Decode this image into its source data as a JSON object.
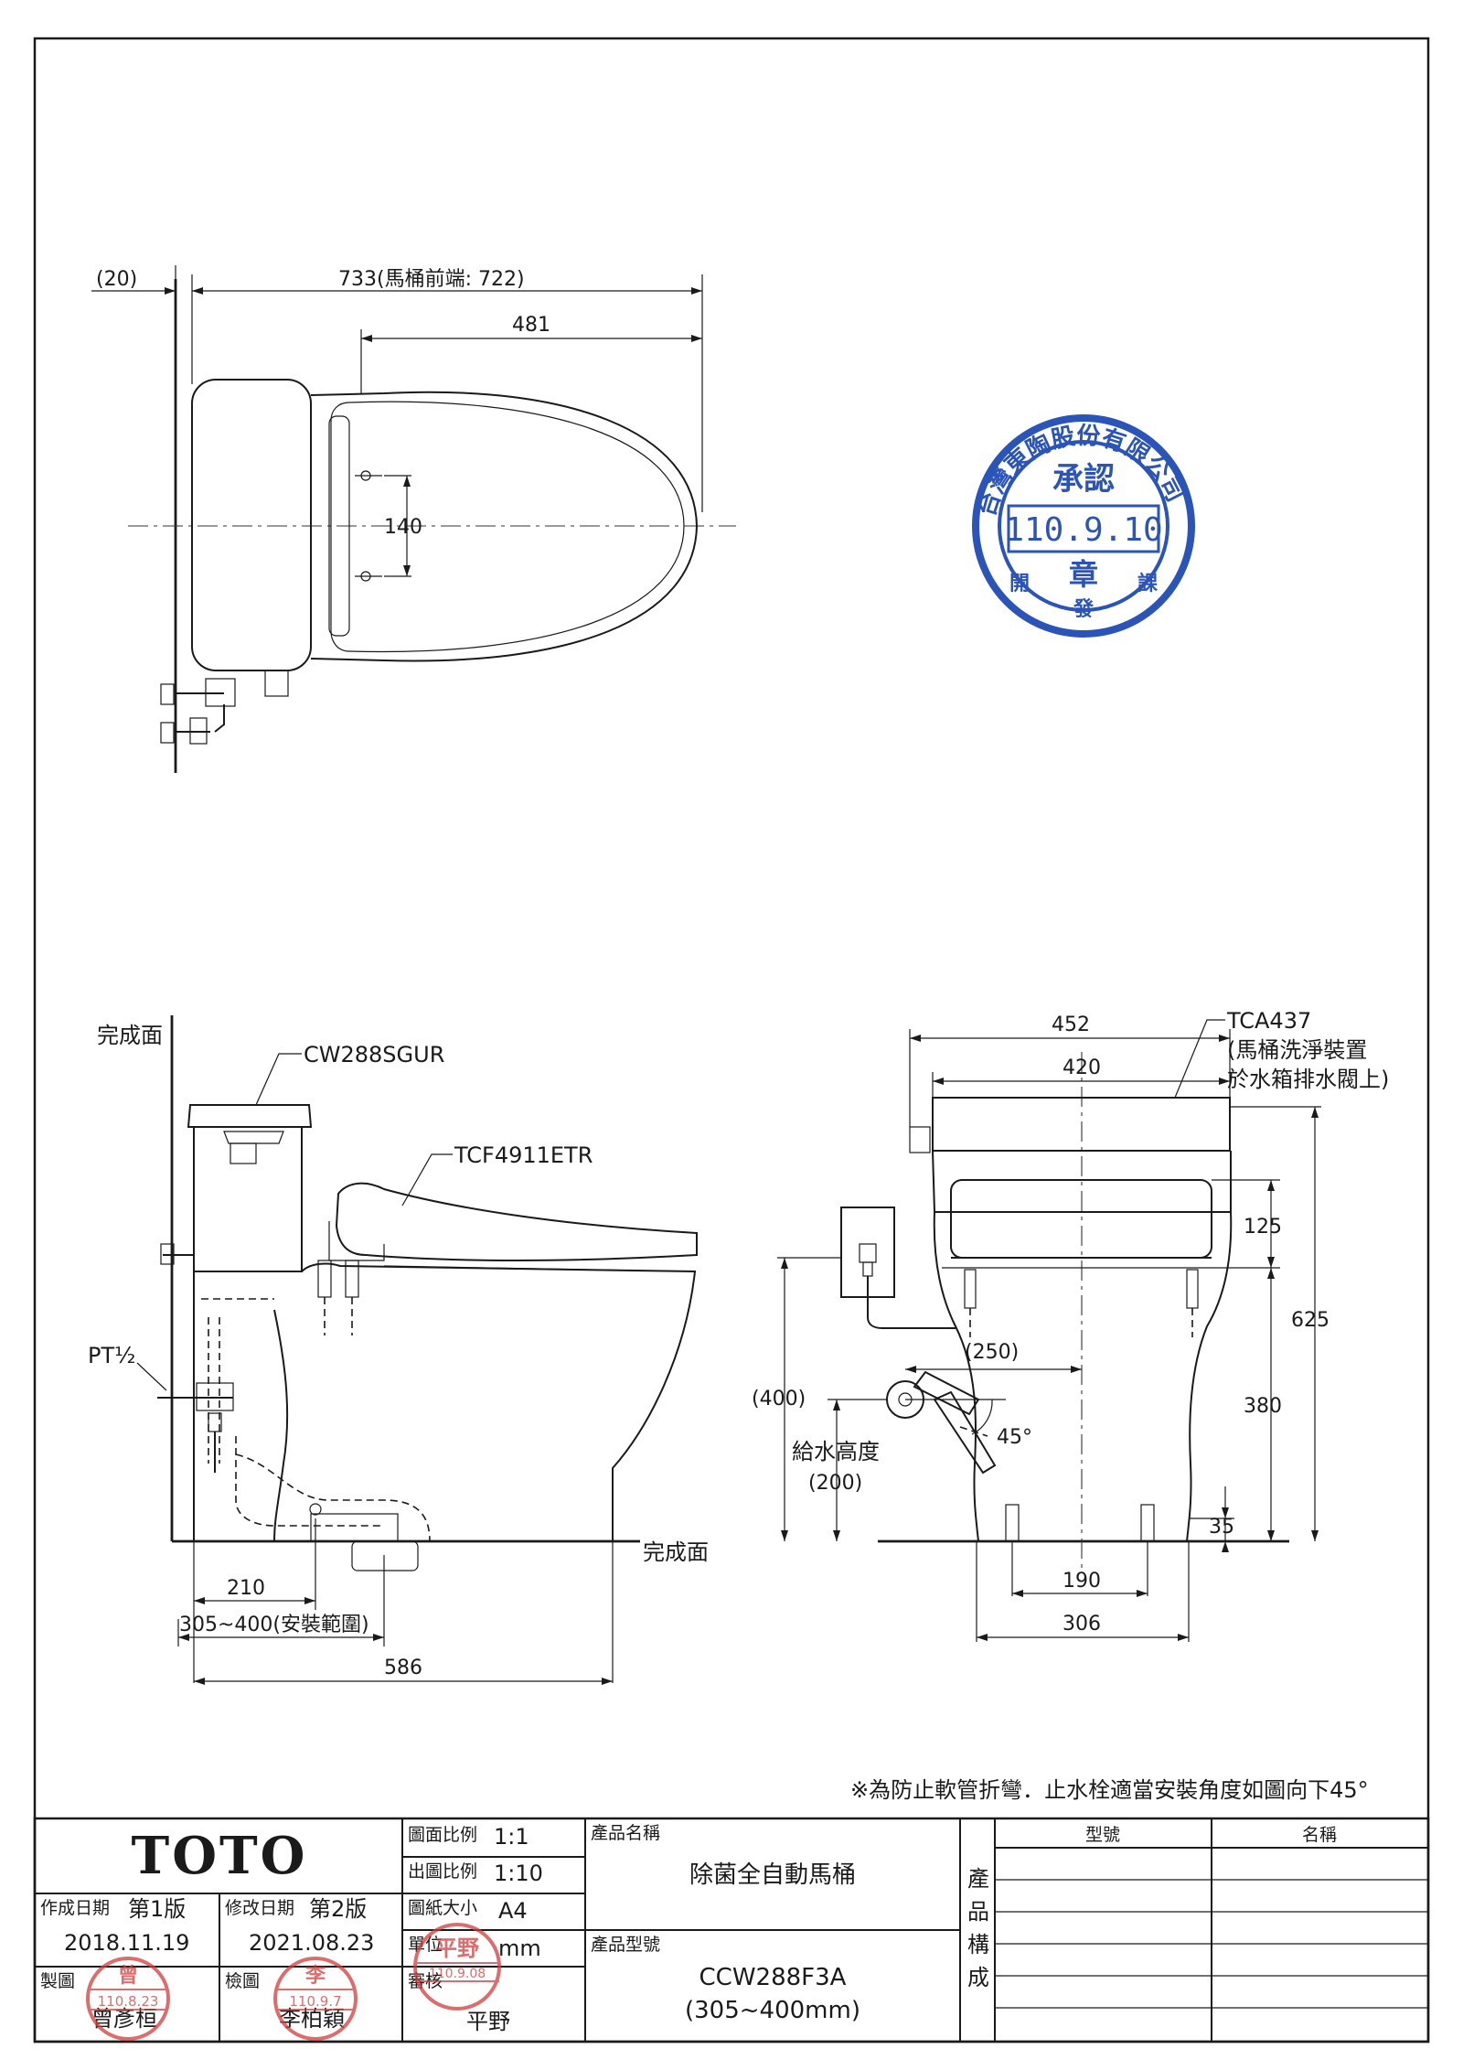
{
  "top_view": {
    "dim_wall_offset": "(20)",
    "dim_total_length": "733(馬桶前端: 722)",
    "dim_seat_length": "481",
    "dim_bolt_spacing": "140"
  },
  "side_view": {
    "label_floor_top": "完成面",
    "label_floor_bottom": "完成面",
    "label_tank": "CW288SGUR",
    "label_seat": "TCF4911ETR",
    "label_pipe": "PT½",
    "dim_210": "210",
    "dim_range": "305~400(安裝範圍)",
    "dim_586": "586"
  },
  "front_view": {
    "label_tca": "TCA437",
    "label_tca_note1": "(馬桶洗淨裝置",
    "label_tca_note2": "於水箱排水閥上)",
    "dim_452": "452",
    "dim_420": "420",
    "dim_125": "125",
    "dim_625": "625",
    "dim_250": "(250)",
    "dim_400": "(400)",
    "label_supply_height": "給水高度",
    "dim_200": "(200)",
    "dim_45": "45°",
    "dim_380": "380",
    "dim_35": "35",
    "dim_190": "190",
    "dim_306": "306"
  },
  "note": "※為防止軟管折彎．止水栓適當安裝角度如圖向下45°",
  "stamp_blue": {
    "ring_text": "台灣東陶股份有限公司",
    "approve": "承認",
    "date": "110.9.10",
    "seal": "章",
    "bottom": "發",
    "left": "開",
    "right": "課"
  },
  "title_block": {
    "logo": "TOTO",
    "scale_label": "圖面比例",
    "scale_value": "1:1",
    "print_scale_label": "出圖比例",
    "print_scale_value": "1:10",
    "paper_label": "圖紙大小",
    "paper_value": "A4",
    "unit_label": "單位",
    "unit_value": "mm",
    "review_label": "審核",
    "review_value": "平野",
    "created_label": "作成日期",
    "created_version": "第1版",
    "created_date": "2018.11.19",
    "modified_label": "修改日期",
    "modified_version": "第2版",
    "modified_date": "2021.08.23",
    "drawn_label": "製圖",
    "drawn_name": "曾彥桓",
    "check_label": "檢圖",
    "check_name": "李柏穎",
    "product_name_label": "產品名稱",
    "product_name": "除菌全自動馬桶",
    "product_model_label": "產品型號",
    "product_model": "CCW288F3A",
    "product_range": "(305~400mm)",
    "composition_label": [
      "產",
      "品",
      "構",
      "成"
    ],
    "col_model": "型號",
    "col_name": "名稱"
  },
  "stamp_red": {
    "drawn_stamp": "曾",
    "drawn_date": "110.8.23",
    "check_stamp": "李",
    "check_date": "110.9.7",
    "review_stamp": "平野",
    "review_date": "110.9.08"
  }
}
